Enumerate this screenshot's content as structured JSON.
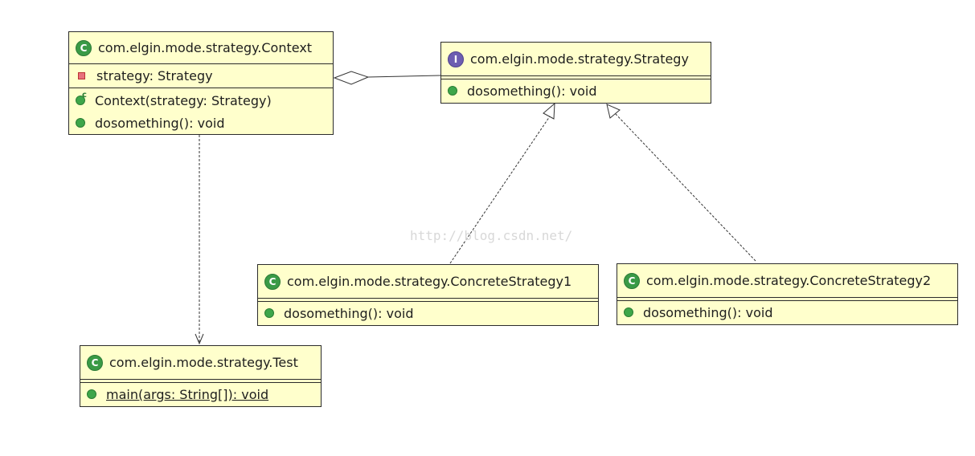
{
  "classes": {
    "context": {
      "name": "com.elgin.mode.strategy.Context",
      "attribute": "strategy: Strategy",
      "constructor": "Context(strategy: Strategy)",
      "method": "dosomething(): void"
    },
    "strategy": {
      "name": "com.elgin.mode.strategy.Strategy",
      "method": "dosomething(): void"
    },
    "concrete1": {
      "name": "com.elgin.mode.strategy.ConcreteStrategy1",
      "method": "dosomething(): void"
    },
    "concrete2": {
      "name": "com.elgin.mode.strategy.ConcreteStrategy2",
      "method": "dosomething(): void"
    },
    "test": {
      "name": "com.elgin.mode.strategy.Test",
      "method": "main(args: String[]): void"
    }
  },
  "icons": {
    "class": "C",
    "interface": "I"
  },
  "watermark": "http://blog.csdn.net/",
  "colors": {
    "box_fill": "#ffffcc",
    "class_icon": "#3a9a46",
    "interface_icon": "#6d5db1"
  }
}
